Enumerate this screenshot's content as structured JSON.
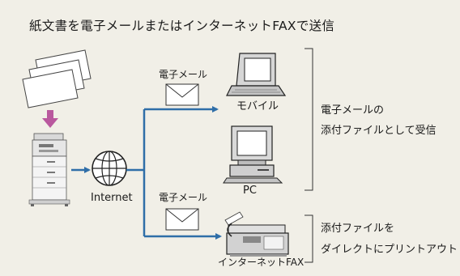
{
  "title": "紙文書を電子メールまたはインターネットFAXで送信",
  "labels": {
    "email_top": "電子メール",
    "email_bottom": "電子メール",
    "mobile": "モバイル",
    "pc": "PC",
    "internet": "Internet",
    "internet_fax": "インターネットFAX"
  },
  "descriptions": {
    "computers": {
      "line1": "電子メールの",
      "line2": "添付ファイルとして受信"
    },
    "fax": {
      "line1": "添付ファイルを",
      "line2": "ダイレクトにプリントアウト"
    }
  },
  "colors": {
    "background": "#f1efe7",
    "connector": "#2f6ea8",
    "scan_arrow": "#b9589e"
  }
}
